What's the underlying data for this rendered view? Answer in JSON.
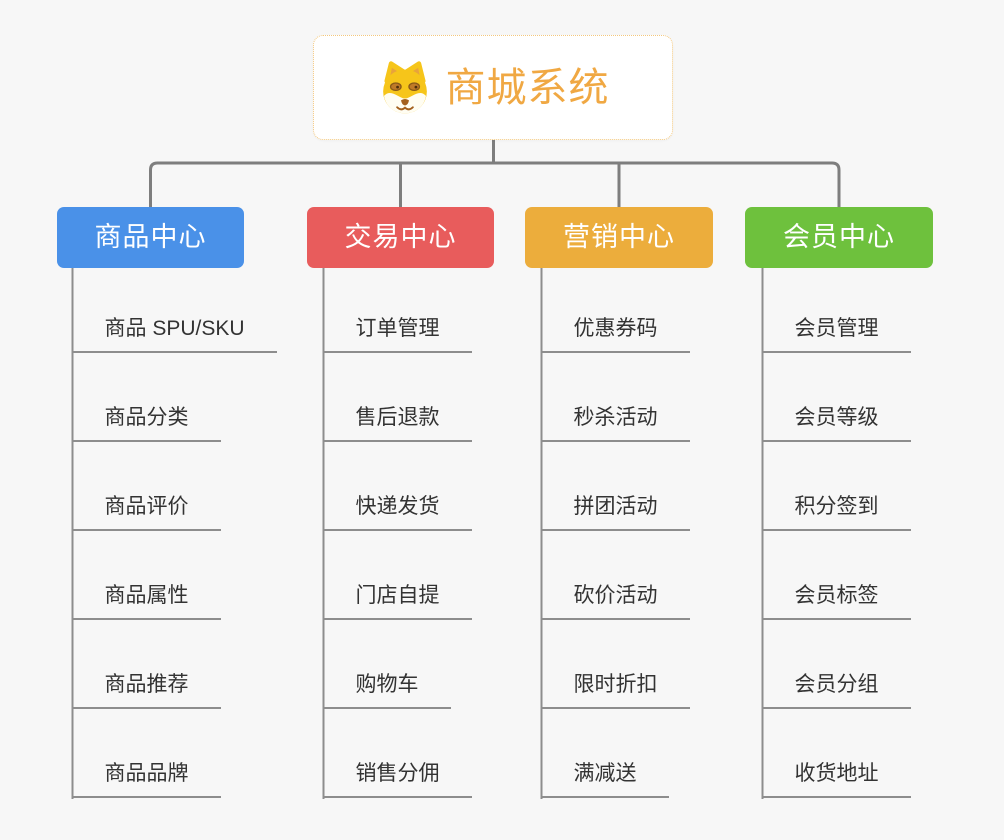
{
  "page": {
    "background_color": "#f7f7f7"
  },
  "root_node": {
    "title": "商城系统",
    "icon": "dog-face-icon",
    "title_color": "#f0a843",
    "border_color": "#f4c87e",
    "background_color": "#ffffff"
  },
  "connectors": {
    "tree_line_color": "#7e7e7e",
    "leaf_line_color": "#8d8d8d"
  },
  "leaf_text_color": "#333333",
  "branches": [
    {
      "label": "商品中心",
      "color": "#4a91e8",
      "children": [
        "商品 SPU/SKU",
        "商品分类",
        "商品评价",
        "商品属性",
        "商品推荐",
        "商品品牌"
      ]
    },
    {
      "label": "交易中心",
      "color": "#e85c5c",
      "children": [
        "订单管理",
        "售后退款",
        "快递发货",
        "门店自提",
        "购物车",
        "销售分佣"
      ]
    },
    {
      "label": "营销中心",
      "color": "#ecad3c",
      "children": [
        "优惠券码",
        "秒杀活动",
        "拼团活动",
        "砍价活动",
        "限时折扣",
        "满减送"
      ]
    },
    {
      "label": "会员中心",
      "color": "#6ec13d",
      "children": [
        "会员管理",
        "会员等级",
        "积分签到",
        "会员标签",
        "会员分组",
        "收货地址"
      ]
    }
  ]
}
